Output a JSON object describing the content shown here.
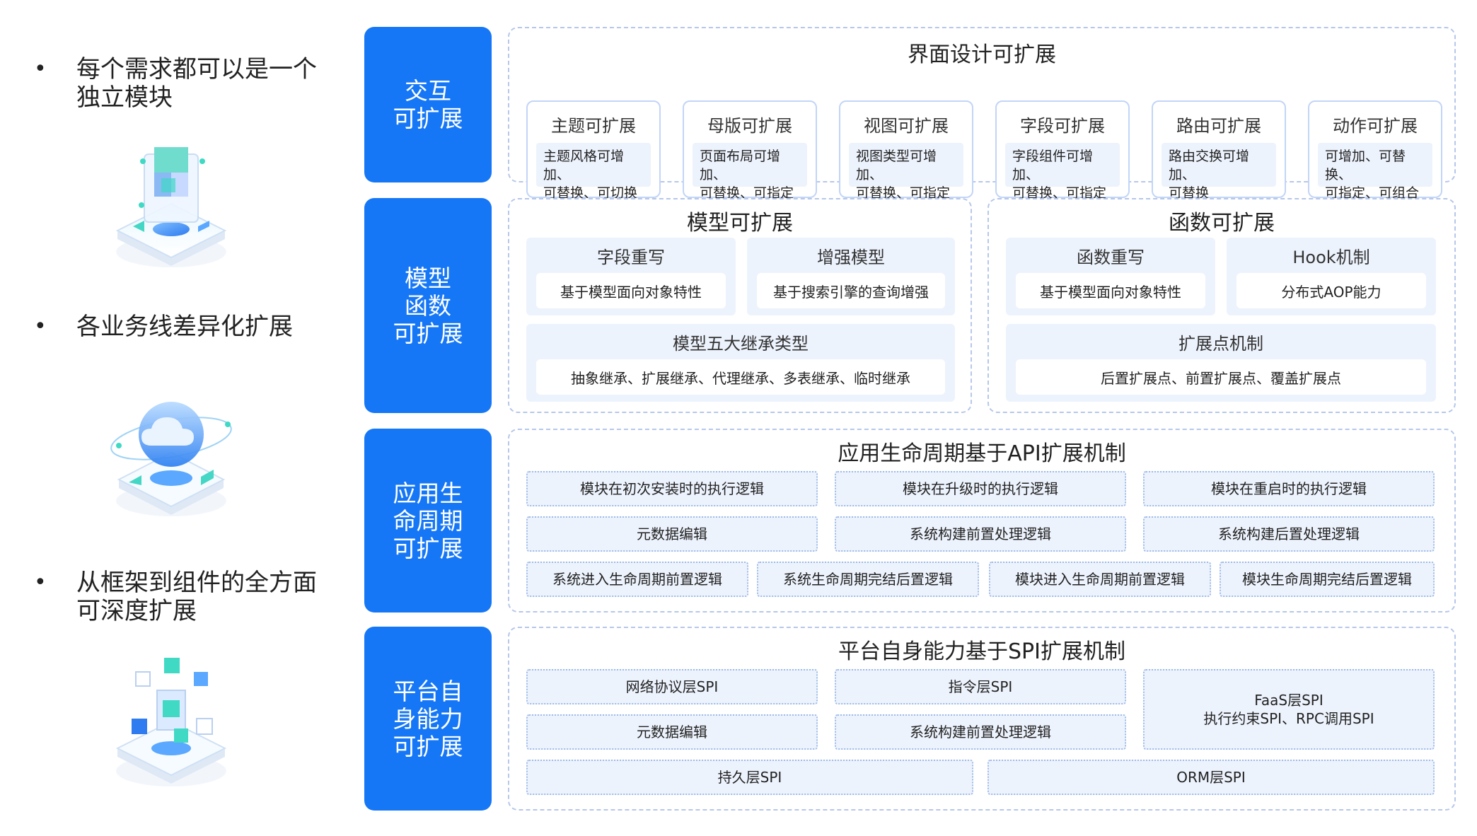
{
  "bullets": [
    {
      "marker": "•",
      "text": "每个需求都可以是一个独立模块"
    },
    {
      "marker": "•",
      "text": "各业务线差异化扩展"
    },
    {
      "marker": "•",
      "text": "从框架到组件的全方面可深度扩展"
    }
  ],
  "tabs": {
    "interaction": "交互\n可扩展",
    "model_function": "模型\n函数\n可扩展",
    "lifecycle": "应用生\n命周期\n可扩展",
    "platform": "平台自\n身能力\n可扩展"
  },
  "ui": {
    "title": "界面设计可扩展",
    "cards": [
      {
        "title": "主题可扩展",
        "body": "主题风格可增加、\n可替换、可切换"
      },
      {
        "title": "母版可扩展",
        "body": "页面布局可增加、\n可替换、可指定"
      },
      {
        "title": "视图可扩展",
        "body": "视图类型可增加、\n可替换、可指定"
      },
      {
        "title": "字段可扩展",
        "body": "字段组件可增加、\n可替换、可指定"
      },
      {
        "title": "路由可扩展",
        "body": "路由交换可增加、\n可替换"
      },
      {
        "title": "动作可扩展",
        "body": "可增加、可替换、\n可指定、可组合"
      }
    ]
  },
  "model": {
    "title": "模型可扩展",
    "blocks": [
      {
        "title": "字段重写",
        "body": "基于模型面向对象特性"
      },
      {
        "title": "增强模型",
        "body": "基于搜索引擎的查询增强"
      },
      {
        "title": "模型五大继承类型",
        "body": "抽象继承、扩展继承、代理继承、多表继承、临时继承"
      }
    ]
  },
  "function": {
    "title": "函数可扩展",
    "blocks": [
      {
        "title": "函数重写",
        "body": "基于模型面向对象特性"
      },
      {
        "title": "Hook机制",
        "body": "分布式AOP能力"
      },
      {
        "title": "扩展点机制",
        "body": "后置扩展点、前置扩展点、覆盖扩展点"
      }
    ]
  },
  "lifecycle": {
    "title": "应用生命周期基于API扩展机制",
    "row1": [
      "模块在初次安装时的执行逻辑",
      "模块在升级时的执行逻辑",
      "模块在重启时的执行逻辑"
    ],
    "row2": [
      "元数据编辑",
      "系统构建前置处理逻辑",
      "系统构建后置处理逻辑"
    ],
    "row3": [
      "系统进入生命周期前置逻辑",
      "系统生命周期完结后置逻辑",
      "模块进入生命周期前置逻辑",
      "模块生命周期完结后置逻辑"
    ]
  },
  "platform": {
    "title": "平台自身能力基于SPI扩展机制",
    "cells": {
      "network": "网络协议层SPI",
      "command": "指令层SPI",
      "faas": "FaaS层SPI\n执行约束SPI、RPC调用SPI",
      "metadata": "元数据编辑",
      "build_pre": "系统构建前置处理逻辑",
      "persist": "持久层SPI",
      "orm": "ORM层SPI"
    }
  },
  "icons": [
    "cube-stack-icon",
    "cloud-platform-icon",
    "modular-blocks-icon"
  ],
  "colors": {
    "accent": "#1677f6",
    "panel_border": "#b6c7ea",
    "cell_bg": "#edf3fd",
    "teal": "#3fd9c4"
  }
}
